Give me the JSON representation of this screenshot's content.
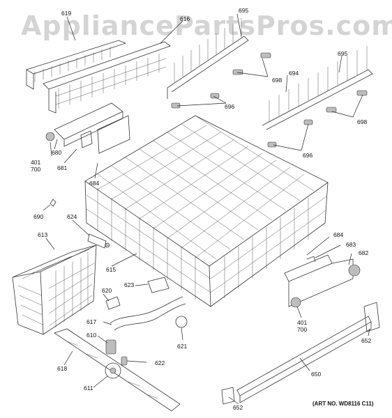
{
  "watermark": "AppliancePartsPros.com",
  "art_number": "(ART NO. WD8116 C11)",
  "labels": {
    "p619": "619",
    "p616": "616",
    "p695a": "695",
    "p695b": "695",
    "p698a": "698",
    "p698b": "698",
    "p694": "694",
    "p696a": "696",
    "p696b": "696",
    "p680": "680",
    "p401a": "401",
    "p700a": "700",
    "p681": "681",
    "p684a": "684",
    "p690": "690",
    "p624": "624",
    "p613": "613",
    "p615": "615",
    "p623": "623",
    "p620": "620",
    "p617": "617",
    "p610": "610",
    "p618": "618",
    "p611": "611",
    "p622": "622",
    "p621": "621",
    "p684b": "684",
    "p683": "683",
    "p682": "682",
    "p401b": "401",
    "p700b": "700",
    "p652a": "652",
    "p650": "650",
    "p652b": "652"
  }
}
